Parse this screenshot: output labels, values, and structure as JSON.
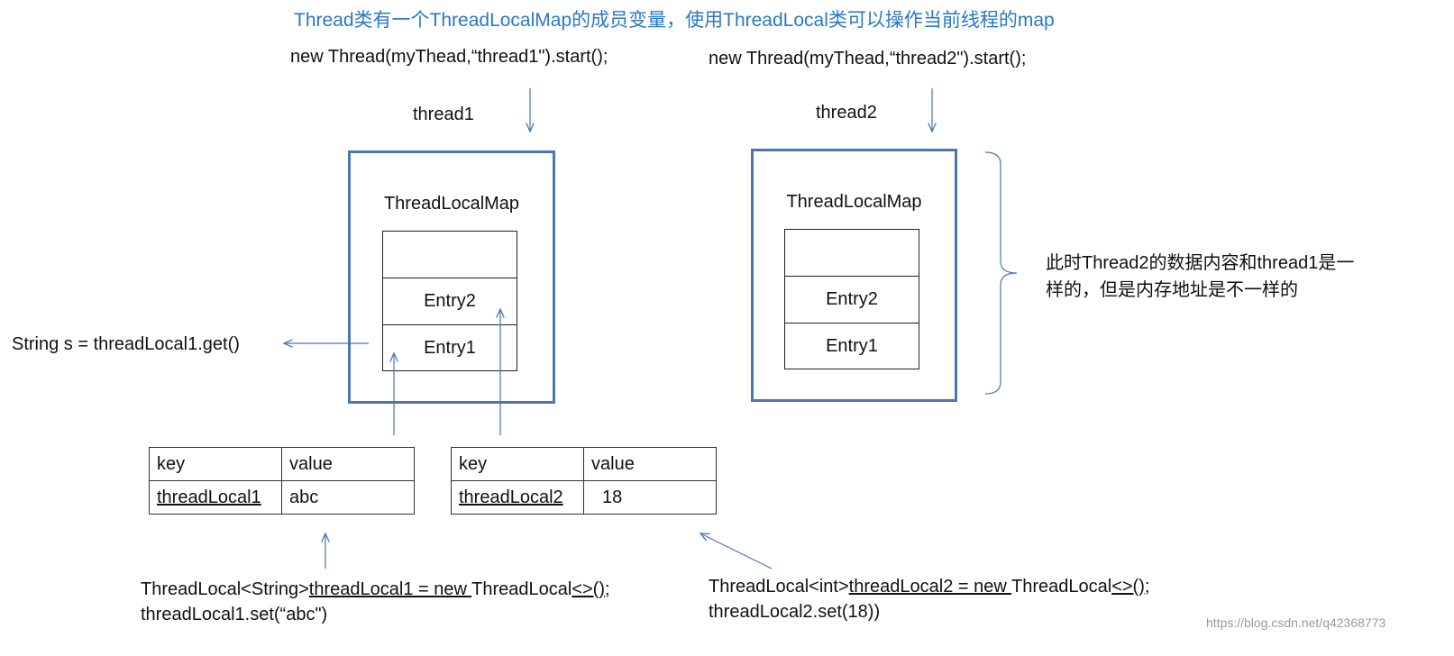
{
  "title": "Thread类有一个ThreadLocalMap的成员变量，使用ThreadLocal类可以操作当前线程的map",
  "thread1": {
    "create_code": "new Thread(myThead,“thread1\").start();",
    "name": "thread1",
    "map_label": "ThreadLocalMap",
    "entries": [
      "",
      "Entry2",
      "Entry1"
    ]
  },
  "thread2": {
    "create_code": "new Thread(myThead,“thread2\").start();",
    "name": "thread2",
    "map_label": "ThreadLocalMap",
    "entries": [
      "",
      "Entry2",
      "Entry1"
    ]
  },
  "get_call": "String s = threadLocal1.get()",
  "note": {
    "line1": "此时Thread2的数据内容和thread1是一",
    "line2": "样的，但是内存地址是不一样的"
  },
  "table1": {
    "key_header": "key",
    "value_header": "value",
    "key": "threadLocal1",
    "value": "abc"
  },
  "table2": {
    "key_header": "key",
    "value_header": "value",
    "key": "threadLocal2",
    "value": "18"
  },
  "code1": {
    "decl_type": "ThreadLocal<String>",
    "decl_var": "threadLocal1 = new ",
    "decl_ctor": "ThreadLocal",
    "decl_end": "<>();",
    "set": "threadLocal1.set(“abc\")"
  },
  "code2": {
    "decl_type": "ThreadLocal<int>",
    "decl_var": "threadLocal2 = new ",
    "decl_ctor": "ThreadLocal",
    "decl_end": "<>();",
    "set": "threadLocal2.set(18))"
  },
  "watermark": "https://blog.csdn.net/q42368773"
}
